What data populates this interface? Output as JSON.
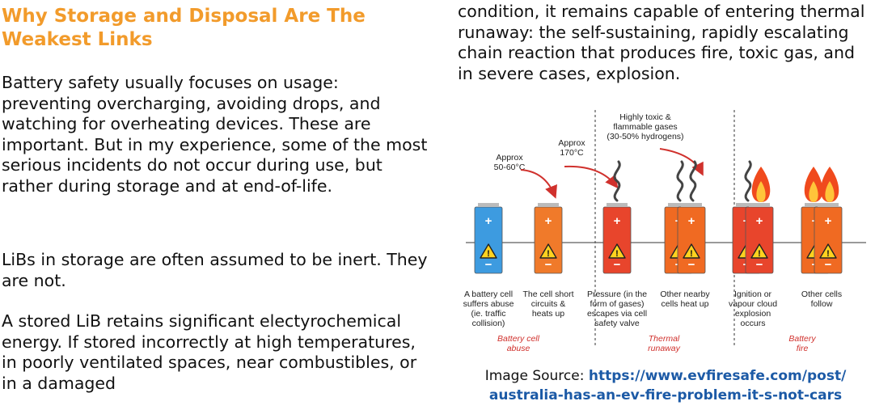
{
  "article": {
    "heading": "Why Storage and Disposal Are The Weakest Links",
    "p1": "Battery safety usually focuses on usage: preventing overcharging, avoiding drops, and watching for overheating devices. These are important. But in my experience, some of the most serious incidents do not occur during use, but rather during storage and at end-of-life.",
    "p2": "LiBs in storage are often assumed to be inert. They are not.",
    "p3": "A stored LiB retains significant electyrochemical energy. If stored incorrectly at high temperatures, in poorly ventilated spaces, near combustibles, or in a damaged",
    "p4": "condition, it remains capable of entering thermal runaway: the self-sustaining, rapidly escalating chain reaction that produces fire, toxic gas, and in severe cases, explosion."
  },
  "infographic": {
    "temp1": [
      "Approx",
      "50-60°C"
    ],
    "temp2": [
      "Approx",
      "170°C"
    ],
    "gases": [
      "Highly toxic &",
      "flammable gases",
      "(30-50% hydrogens)"
    ],
    "steps": [
      {
        "lines": [
          "A battery cell",
          "suffers abuse",
          "(ie. traffic",
          "collision)"
        ],
        "color": "#3d9be0"
      },
      {
        "lines": [
          "The cell short",
          "circuits &",
          "heats up"
        ],
        "color": "#f07a2a"
      },
      {
        "lines": [
          "Pressure (in the",
          "form of gases)",
          "escapes via cell",
          "safety valve"
        ],
        "color": "#e8452c"
      },
      {
        "lines": [
          "Other nearby",
          "cells heat up"
        ],
        "color": "#f06a22"
      },
      {
        "lines": [
          "Ignition or",
          "vapour cloud",
          "explosion",
          "occurs"
        ],
        "color": "#e8452c"
      },
      {
        "lines": [
          "Other cells",
          "follow"
        ],
        "color": "#f06a22"
      }
    ],
    "phases": [
      {
        "lines": [
          "Battery cell",
          "abuse"
        ]
      },
      {
        "lines": [
          "Thermal",
          "runaway"
        ]
      },
      {
        "lines": [
          "Battery",
          "fire"
        ]
      }
    ],
    "plus": "+",
    "minus": "−",
    "warning": "!"
  },
  "caption": {
    "prefix": "Image Source: ",
    "link_line1": "https://www.evfiresafe.com/post/",
    "link_line2": "australia-has-an-ev-fire-problem-it-s-not-cars"
  },
  "colors": {
    "heading": "#f29b2b",
    "link": "#1c5aa6",
    "phase_label": "#d0312d",
    "arrow": "#d0312d"
  }
}
